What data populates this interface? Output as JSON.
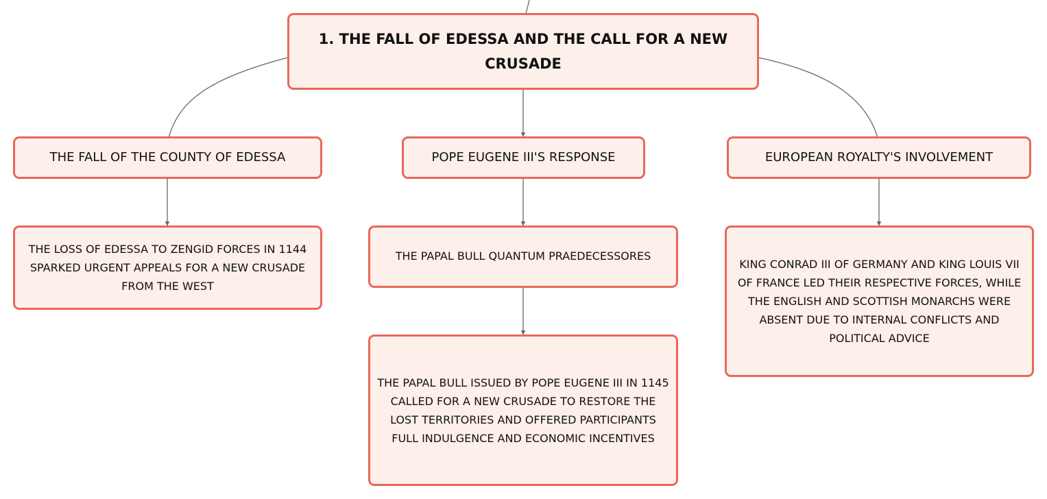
{
  "colors": {
    "node_fill": "#fdefea",
    "node_border": "#e8685a",
    "connector": "#666666",
    "text": "#111111"
  },
  "root": {
    "label": "1. THE FALL OF EDESSA AND THE CALL FOR A NEW CRUSADE"
  },
  "branches": [
    {
      "label": "THE FALL OF THE COUNTY OF EDESSA",
      "children": [
        {
          "label": "THE LOSS OF EDESSA TO ZENGID FORCES IN 1144 SPARKED URGENT APPEALS FOR A NEW CRUSADE FROM THE WEST"
        }
      ]
    },
    {
      "label": "POPE EUGENE III'S RESPONSE",
      "children": [
        {
          "label": "THE PAPAL BULL QUANTUM PRAEDECESSORES",
          "children": [
            {
              "label": "THE PAPAL BULL ISSUED BY POPE EUGENE III IN 1145 CALLED FOR A NEW CRUSADE TO RESTORE THE LOST TERRITORIES AND OFFERED PARTICIPANTS FULL INDULGENCE AND ECONOMIC INCENTIVES"
            }
          ]
        }
      ]
    },
    {
      "label": "EUROPEAN ROYALTY'S INVOLVEMENT",
      "children": [
        {
          "label": "KING CONRAD III OF GERMANY AND KING LOUIS VII OF FRANCE LED THEIR RESPECTIVE FORCES, WHILE THE ENGLISH AND SCOTTISH MONARCHS WERE ABSENT DUE TO INTERNAL CONFLICTS AND POLITICAL ADVICE"
        }
      ]
    }
  ]
}
